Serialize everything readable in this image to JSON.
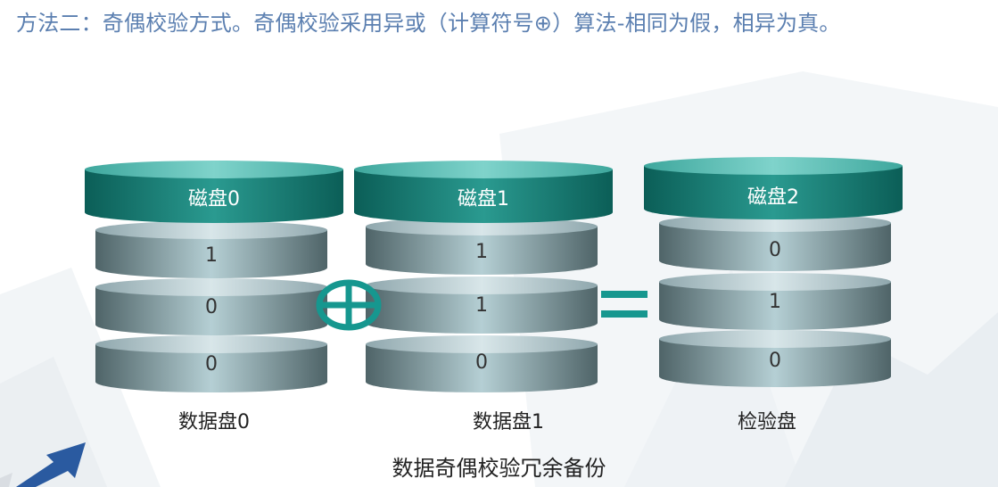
{
  "header": {
    "text": "方法二：奇偶校验方式。奇偶校验采用异或（计算符号⊕）算法-相同为假，相异为真。"
  },
  "disks": [
    {
      "cap_label": "磁盘0",
      "bits": [
        "1",
        "0",
        "0"
      ],
      "label": "数据盘0"
    },
    {
      "cap_label": "磁盘1",
      "bits": [
        "1",
        "1",
        "0"
      ],
      "label": "数据盘1"
    },
    {
      "cap_label": "磁盘2",
      "bits": [
        "0",
        "1",
        "0"
      ],
      "label": "检验盘"
    }
  ],
  "operators": {
    "xor_icon": "circle-plus-icon",
    "equals_icon": "equals-icon"
  },
  "caption": "数据奇偶校验冗余备份",
  "colors": {
    "header_text": "#5b7fb0",
    "cap_dark": "#0b5e57",
    "cap_light": "#5fc1b8",
    "layer_dark": "#4f6468",
    "layer_light": "#b5cfd4",
    "operator": "#16978f"
  }
}
